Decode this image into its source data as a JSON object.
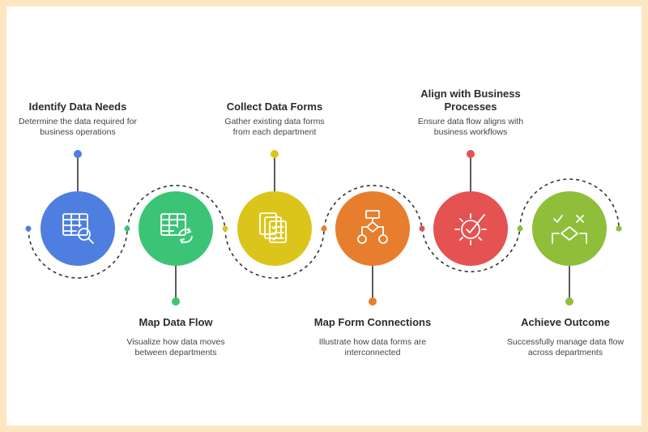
{
  "colors": {
    "page_border": "#fde6bf",
    "blue": "#4e7fe0",
    "green": "#3cc476",
    "yellow": "#dcc51a",
    "orange": "#e67e2e",
    "red": "#e45252",
    "lime": "#8fbf3a"
  },
  "steps": [
    {
      "title": "Identify Data Needs",
      "desc_lines": [
        "Determine the data required for",
        "business operations"
      ],
      "icon": "table-search-icon",
      "color": "#4e7fe0"
    },
    {
      "title": "Map Data Flow",
      "desc_lines": [
        "Visualize how data moves",
        "between departments"
      ],
      "icon": "table-sync-icon",
      "color": "#3cc476"
    },
    {
      "title": "Collect Data Forms",
      "desc_lines": [
        "Gather existing data forms",
        "from each department"
      ],
      "icon": "stacked-forms-icon",
      "color": "#dcc51a"
    },
    {
      "title": "Map Form Connections",
      "desc_lines": [
        "Illustrate how data forms are",
        "interconnected"
      ],
      "icon": "flowchart-icon",
      "color": "#e67e2e"
    },
    {
      "title_lines": [
        "Align with Business",
        "Processes"
      ],
      "desc_lines": [
        "Ensure data flow aligns with",
        "business workflows"
      ],
      "icon": "gear-check-icon",
      "color": "#e45252"
    },
    {
      "title": "Achieve Outcome",
      "desc_lines": [
        "Successfully manage data flow",
        "across departments"
      ],
      "icon": "check-cross-diamond-icon",
      "color": "#8fbf3a"
    }
  ]
}
